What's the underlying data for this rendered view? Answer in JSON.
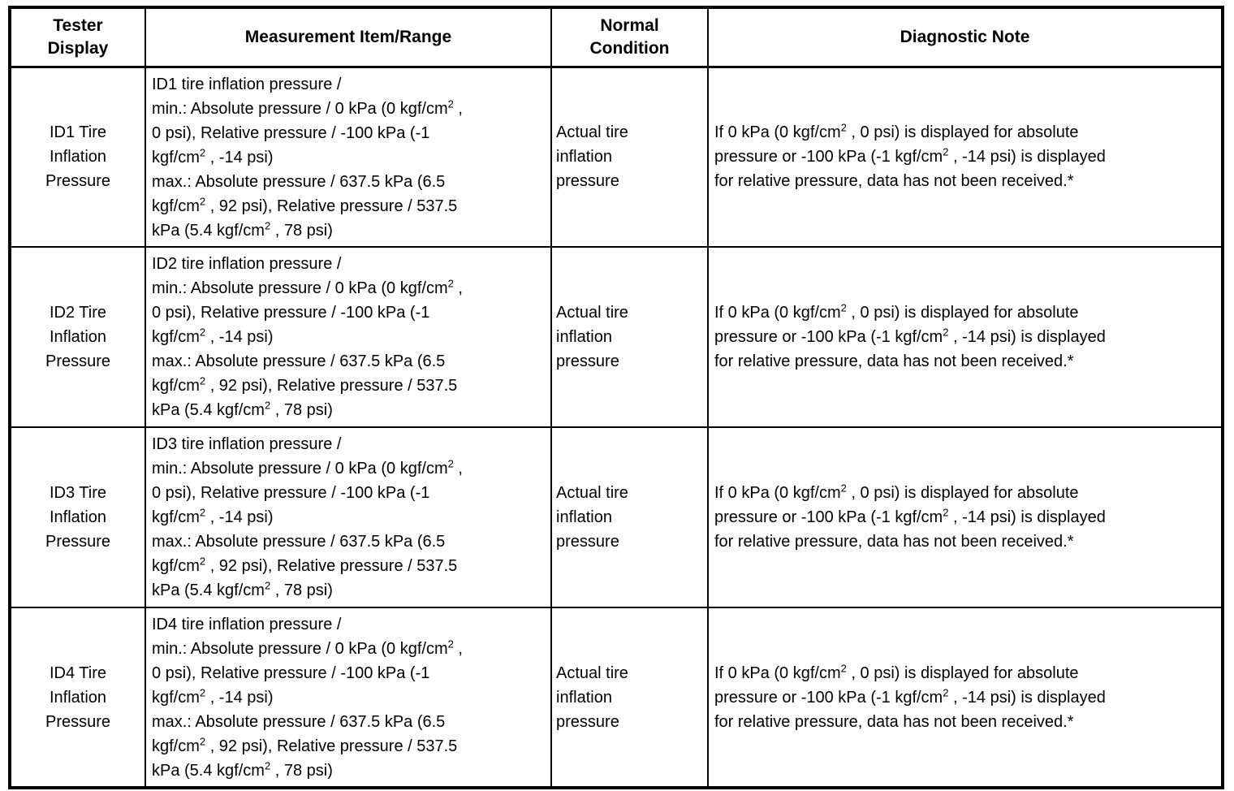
{
  "table": {
    "headers": {
      "tester_display": "Tester\nDisplay",
      "measurement": "Measurement Item/Range",
      "normal_condition": "Normal\nCondition",
      "diagnostic_note": "Diagnostic Note"
    },
    "rows": [
      {
        "tester_display": "ID1 Tire\nInflation\nPressure",
        "measurement": "ID1 tire inflation pressure /\nmin.: Absolute pressure / 0 kPa (0 kgf/cm² ,\n0 psi), Relative pressure / -100 kPa (-1\nkgf/cm² , -14 psi)\nmax.: Absolute pressure / 637.5 kPa (6.5\nkgf/cm² , 92 psi), Relative pressure / 537.5\nkPa (5.4 kgf/cm² , 78 psi)",
        "normal_condition": "Actual tire\ninflation\npressure",
        "diagnostic_note": "If 0 kPa (0 kgf/cm² , 0 psi) is displayed for absolute\npressure or -100 kPa (-1 kgf/cm² , -14 psi) is displayed\nfor relative pressure, data has not been received.*"
      },
      {
        "tester_display": "ID2 Tire\nInflation\nPressure",
        "measurement": "ID2 tire inflation pressure /\nmin.: Absolute pressure / 0 kPa (0 kgf/cm² ,\n0 psi), Relative pressure / -100 kPa (-1\nkgf/cm² , -14 psi)\nmax.: Absolute pressure / 637.5 kPa (6.5\nkgf/cm² , 92 psi), Relative pressure / 537.5\nkPa (5.4 kgf/cm² , 78 psi)",
        "normal_condition": "Actual tire\ninflation\npressure",
        "diagnostic_note": "If 0 kPa (0 kgf/cm² , 0 psi) is displayed for absolute\npressure or -100 kPa (-1 kgf/cm² , -14 psi) is displayed\nfor relative pressure, data has not been received.*"
      },
      {
        "tester_display": "ID3 Tire\nInflation\nPressure",
        "measurement": "ID3 tire inflation pressure /\nmin.: Absolute pressure / 0 kPa (0 kgf/cm² ,\n0 psi), Relative pressure / -100 kPa (-1\nkgf/cm² , -14 psi)\nmax.: Absolute pressure / 637.5 kPa (6.5\nkgf/cm² , 92 psi), Relative pressure / 537.5\nkPa (5.4 kgf/cm² , 78 psi)",
        "normal_condition": "Actual tire\ninflation\npressure",
        "diagnostic_note": "If 0 kPa (0 kgf/cm² , 0 psi) is displayed for absolute\npressure or -100 kPa (-1 kgf/cm² , -14 psi) is displayed\nfor relative pressure, data has not been received.*"
      },
      {
        "tester_display": "ID4 Tire\nInflation\nPressure",
        "measurement": "ID4 tire inflation pressure /\nmin.: Absolute pressure / 0 kPa (0 kgf/cm² ,\n0 psi), Relative pressure / -100 kPa (-1\nkgf/cm² , -14 psi)\nmax.: Absolute pressure / 637.5 kPa (6.5\nkgf/cm² , 92 psi), Relative pressure / 537.5\nkPa (5.4 kgf/cm² , 78 psi)",
        "normal_condition": "Actual tire\ninflation\npressure",
        "diagnostic_note": "If 0 kPa (0 kgf/cm² , 0 psi) is displayed for absolute\npressure or -100 kPa (-1 kgf/cm² , -14 psi) is displayed\nfor relative pressure, data has not been received.*"
      }
    ],
    "colors": {
      "border": "#000000",
      "text": "#000000",
      "background": "#ffffff"
    }
  }
}
